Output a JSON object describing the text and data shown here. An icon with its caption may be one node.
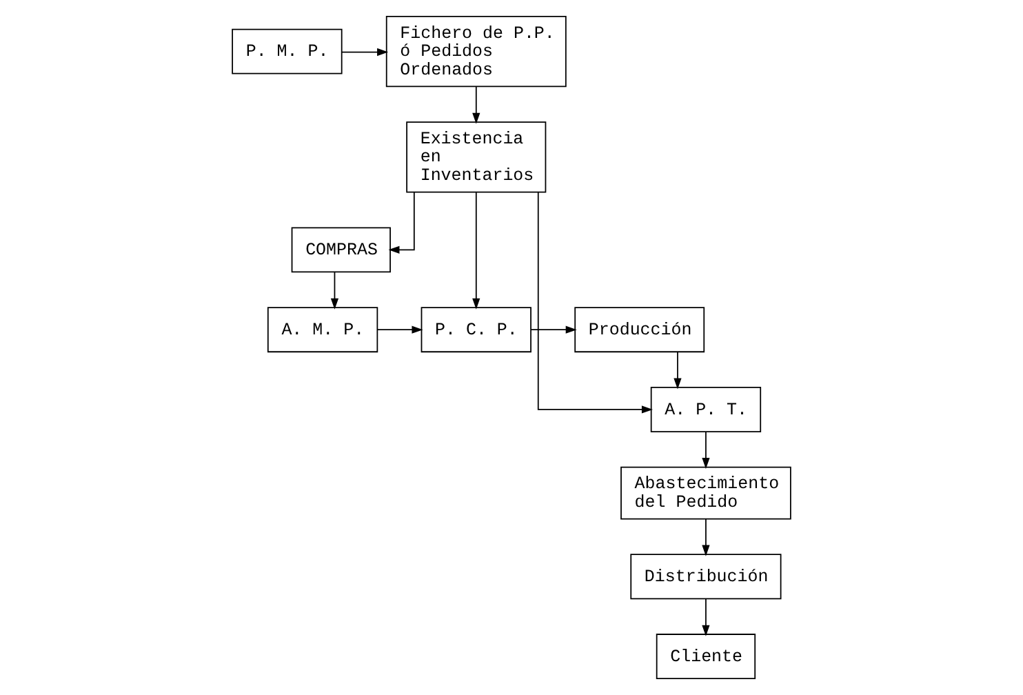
{
  "diagram": {
    "nodes": [
      {
        "text": [
          "Fichero de P.P. ó Pedidos Ordenados"
        ]
      },
      {
        "text": [
          "P. M. P."
        ]
      },
      {
        "text": [
          "Existencia en Inventarios"
        ]
      },
      {
        "text": [
          "COMPRAS"
        ]
      },
      {
        "text": [
          "A. M. P."
        ]
      },
      {
        "text": [
          "P. C. P."
        ]
      },
      {
        "text": [
          "Producción"
        ]
      },
      {
        "text": [
          "A. P. T."
        ]
      },
      {
        "text": [
          "Abastecimiento del Pedido"
        ]
      },
      {
        "text": [
          "Distribución"
        ]
      },
      {
        "text": [
          "Cliente"
        ]
      }
    ],
    "edges": [
      {
        "from": 1,
        "to": 0,
        "arrow": "to"
      },
      {
        "from": 0,
        "to": 2,
        "arrow": "to"
      },
      {
        "from": 2,
        "to": 3,
        "arrow": "to"
      },
      {
        "from": 3,
        "to": 4,
        "arrow": "to"
      },
      {
        "from": 4,
        "to": 5,
        "arrow": "to"
      },
      {
        "from": 2,
        "to": 5,
        "arrow": "to"
      },
      {
        "from": 5,
        "to": 6,
        "arrow": "to"
      },
      {
        "from": 6,
        "to": 7,
        "arrow": "to"
      },
      {
        "from": 2,
        "to": 7,
        "arrow": "to"
      },
      {
        "from": 7,
        "to": 8,
        "arrow": "to"
      },
      {
        "from": 8,
        "to": 9,
        "arrow": "to"
      },
      {
        "from": 9,
        "to": 10,
        "arrow": "to"
      }
    ]
  }
}
